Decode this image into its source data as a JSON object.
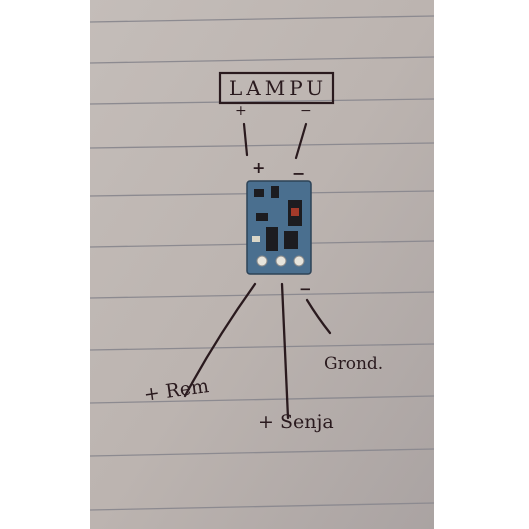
{
  "colors": {
    "paper": "#bdb5b1",
    "rule_line": "#8c8a90",
    "ink": "#2a1a1e",
    "pcb": "#4a6f8f",
    "background": "#ffffff"
  },
  "sketch": {
    "lamp_label": "LAMPU",
    "lamp_plus": "+",
    "lamp_minus": "−",
    "module_plus": "+",
    "module_minus": "−",
    "output_minus": "−",
    "wire_rem_label": "+ Rem",
    "wire_senja_label": "+ Senja",
    "wire_ground_label": "Grond."
  }
}
